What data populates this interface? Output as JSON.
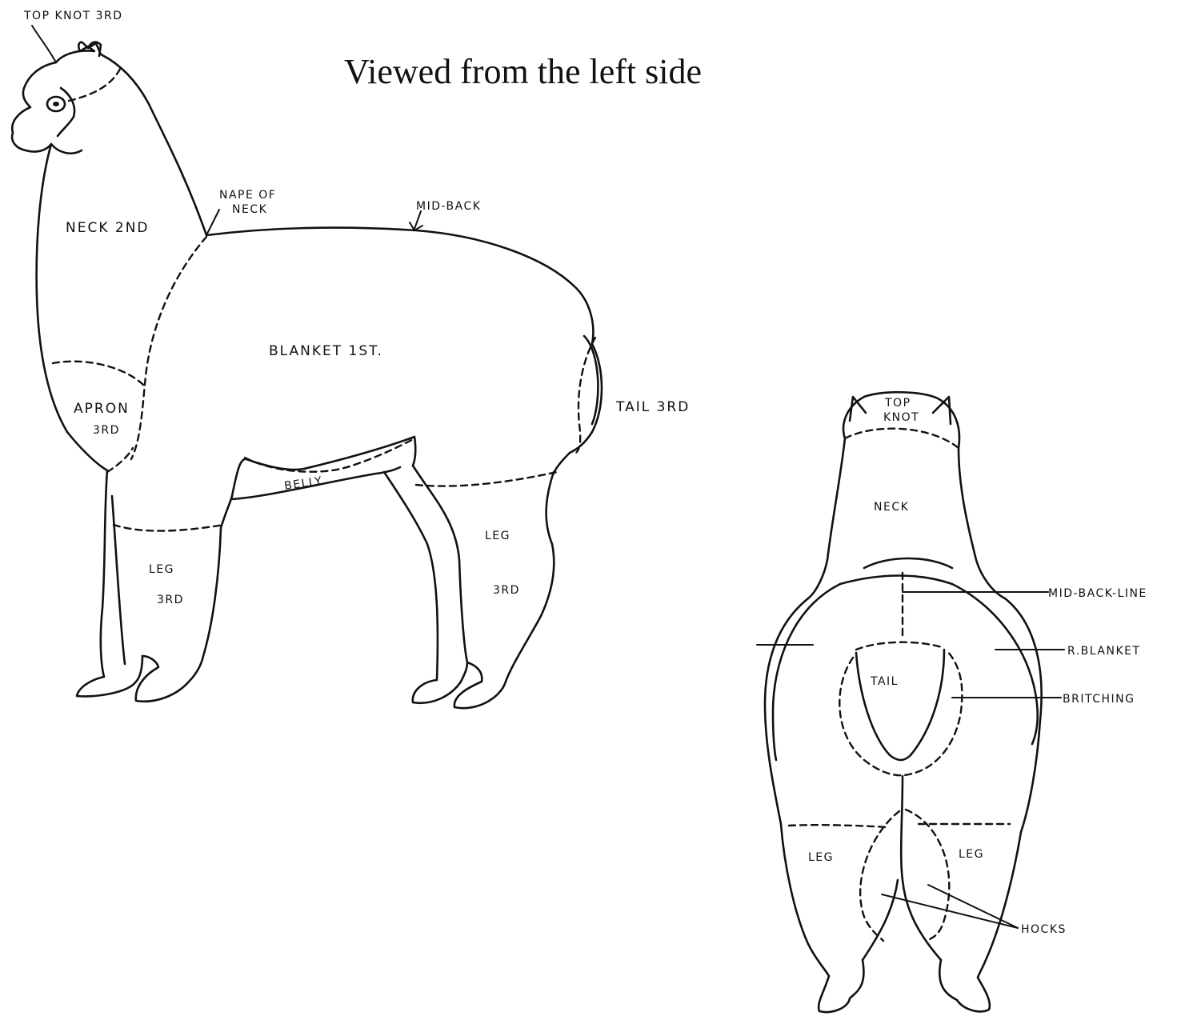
{
  "title": "Viewed from the left side",
  "side_view": {
    "labels": {
      "top_knot": "TOP KNOT 3RD",
      "nape_line1": "NAPE OF",
      "nape_line2": "NECK",
      "mid_back": "MID-BACK",
      "neck": "NECK 2ND",
      "blanket": "BLANKET 1ST.",
      "apron_line1": "APRON",
      "apron_line2": "3RD",
      "tail": "TAIL 3RD",
      "belly": "BELLY",
      "front_leg_line1": "LEG",
      "front_leg_line2": "3RD",
      "rear_leg_line1": "LEG",
      "rear_leg_line2": "3RD"
    }
  },
  "rear_view": {
    "labels": {
      "top_knot_line1": "TOP",
      "top_knot_line2": "KNOT",
      "neck": "NECK",
      "mid_back_line": "MID-BACK-LINE",
      "r_blanket": "R.BLANKET",
      "tail": "TAIL",
      "britching": "BRITCHING",
      "leg_left": "LEG",
      "leg_right": "LEG",
      "hocks": "HOCKS"
    }
  },
  "colors": {
    "ink": "#111111",
    "paper": "#ffffff"
  }
}
